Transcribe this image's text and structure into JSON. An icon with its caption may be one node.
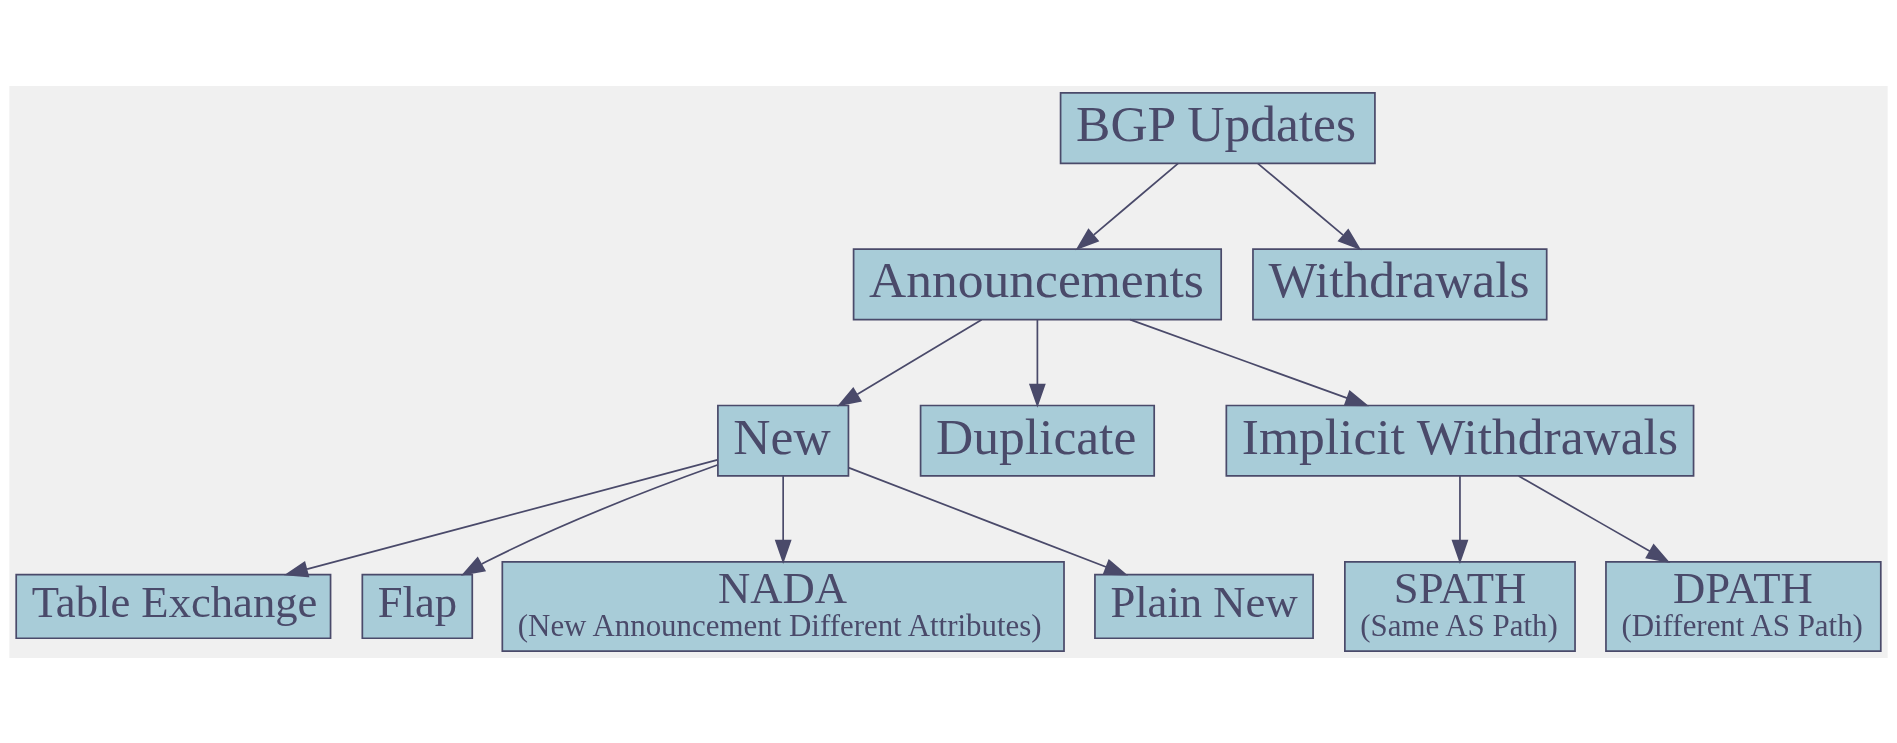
{
  "diagram": {
    "nodes": [
      {
        "text": [
          "BGP Updates"
        ]
      },
      {
        "text": [
          "Announcements"
        ]
      },
      {
        "text": [
          "Withdrawals"
        ]
      },
      {
        "text": [
          "New"
        ]
      },
      {
        "text": [
          "Duplicate"
        ]
      },
      {
        "text": [
          "Implicit Withdrawals"
        ]
      },
      {
        "text": [
          "Table Exchange"
        ]
      },
      {
        "text": [
          "Flap"
        ]
      },
      {
        "text": [
          "NADA",
          "(New Announcement Different Attributes)"
        ]
      },
      {
        "text": [
          "Plain New"
        ]
      },
      {
        "text": [
          "SPATH",
          "(Same AS Path)"
        ]
      },
      {
        "text": [
          "DPATH",
          "(Different AS Path)"
        ]
      }
    ],
    "edges": [
      {
        "from": 0,
        "to": 1,
        "arrow": "to"
      },
      {
        "from": 0,
        "to": 2,
        "arrow": "to"
      },
      {
        "from": 1,
        "to": 3,
        "arrow": "to"
      },
      {
        "from": 1,
        "to": 4,
        "arrow": "to"
      },
      {
        "from": 1,
        "to": 5,
        "arrow": "to"
      },
      {
        "from": 3,
        "to": 6,
        "arrow": "to"
      },
      {
        "from": 3,
        "to": 7,
        "arrow": "to"
      },
      {
        "from": 3,
        "to": 8,
        "arrow": "to"
      },
      {
        "from": 3,
        "to": 9,
        "arrow": "to"
      },
      {
        "from": 5,
        "to": 10,
        "arrow": "to"
      },
      {
        "from": 5,
        "to": 11,
        "arrow": "to"
      }
    ]
  }
}
